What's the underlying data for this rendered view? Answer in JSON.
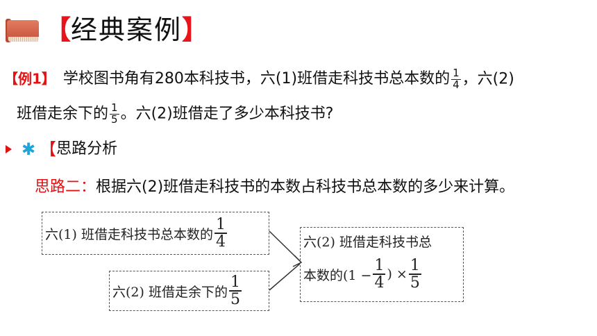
{
  "header": {
    "open_bracket": "【",
    "title": "经典案例",
    "close_bracket": "】"
  },
  "example": {
    "tag": "【例1】",
    "line1_text": "学校图书角有280本科技书，六(1)班借走科技书总本数的",
    "line1_after": "，六(2)",
    "line2_text": "班借走余下的",
    "line2_after": "。六(2)班借走了多少本科技书?",
    "fraction1": {
      "num": "1",
      "den": "4"
    },
    "fraction2": {
      "num": "1",
      "den": "5"
    }
  },
  "analysis": {
    "bracket": "【",
    "label": "思路分析"
  },
  "idea": {
    "label": "思路二：",
    "text": "根据六(2)班借走科技书的本数占科技书总本数的多少来计算。"
  },
  "diagram": {
    "box1": {
      "text": "六(1) 班借走科技书总本数的",
      "num": "1",
      "den": "4"
    },
    "box2": {
      "text": "六(2) 班借走余下的",
      "num": "1",
      "den": "5"
    },
    "box3": {
      "line1": "六(2) 班借走科技书总",
      "line2_prefix": "本数的(1 −",
      "f1_num": "1",
      "f1_den": "4",
      "close_times": ") ×",
      "f2_num": "1",
      "f2_den": "5"
    }
  }
}
